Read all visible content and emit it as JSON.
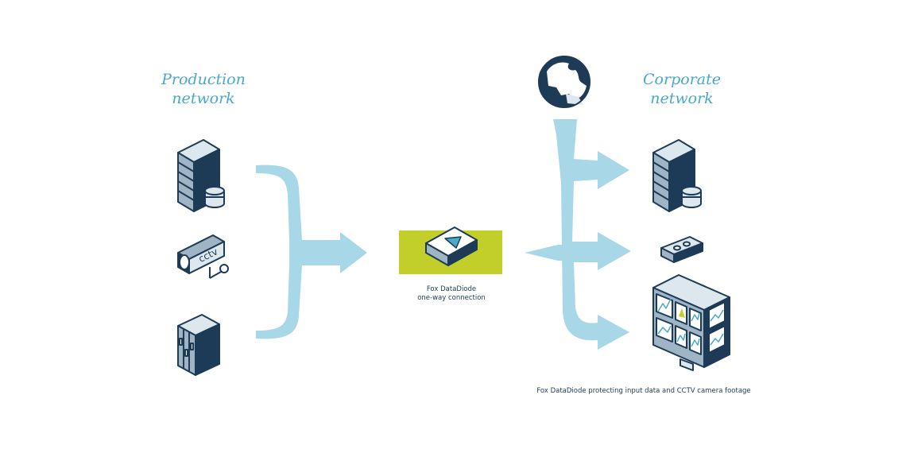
{
  "production": {
    "title_line1": "Production",
    "title_line2": "network"
  },
  "corporate": {
    "title_line1": "Corporate",
    "title_line2": "network"
  },
  "diode": {
    "caption_line1": "Fox DataDiode",
    "caption_line2": "one-way connection"
  },
  "footer": {
    "caption": "Fox DataDiode protecting input data and CCTV camera footage"
  },
  "icons": {
    "cctv_text": "cctv",
    "names": [
      "server-icon",
      "database-icon",
      "cctv-camera-icon",
      "server-rack-icon",
      "data-diode-icon",
      "globe-icon",
      "video-tape-icon",
      "video-wall-icon"
    ]
  },
  "colors": {
    "navy": "#1d3b56",
    "steel": "#9fb4c4",
    "light": "#dde7ee",
    "arrow": "#a8d7e8",
    "accent": "#c2cf2a",
    "title": "#4aa8c8"
  }
}
